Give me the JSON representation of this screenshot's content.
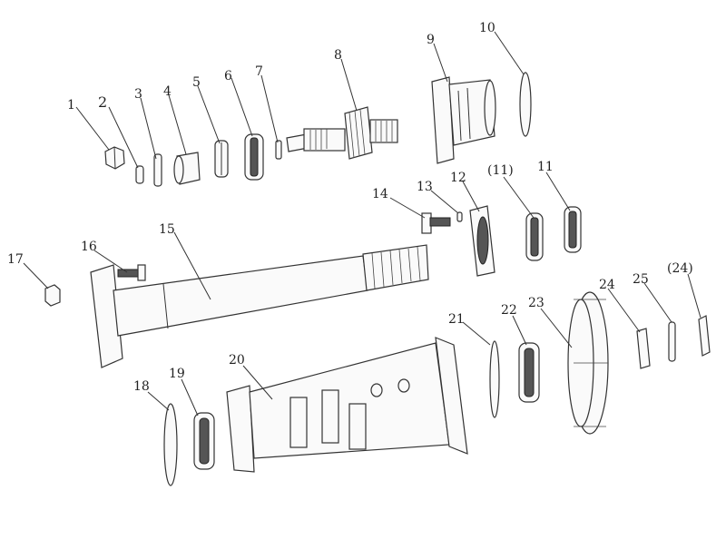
{
  "labels": {
    "p1": "1",
    "p2": "2",
    "p3": "3",
    "p4": "4",
    "p5": "5",
    "p6": "6",
    "p7": "7",
    "p8": "8",
    "p9": "9",
    "p10": "10",
    "p11a": "(11)",
    "p11": "11",
    "p12": "12",
    "p13": "13",
    "p14": "14",
    "p15": "15",
    "p16": "16",
    "p17": "17",
    "p18": "18",
    "p19": "19",
    "p20": "20",
    "p21": "21",
    "p22": "22",
    "p23": "23",
    "p24": "24",
    "p25": "25",
    "p24a": "(24)"
  }
}
